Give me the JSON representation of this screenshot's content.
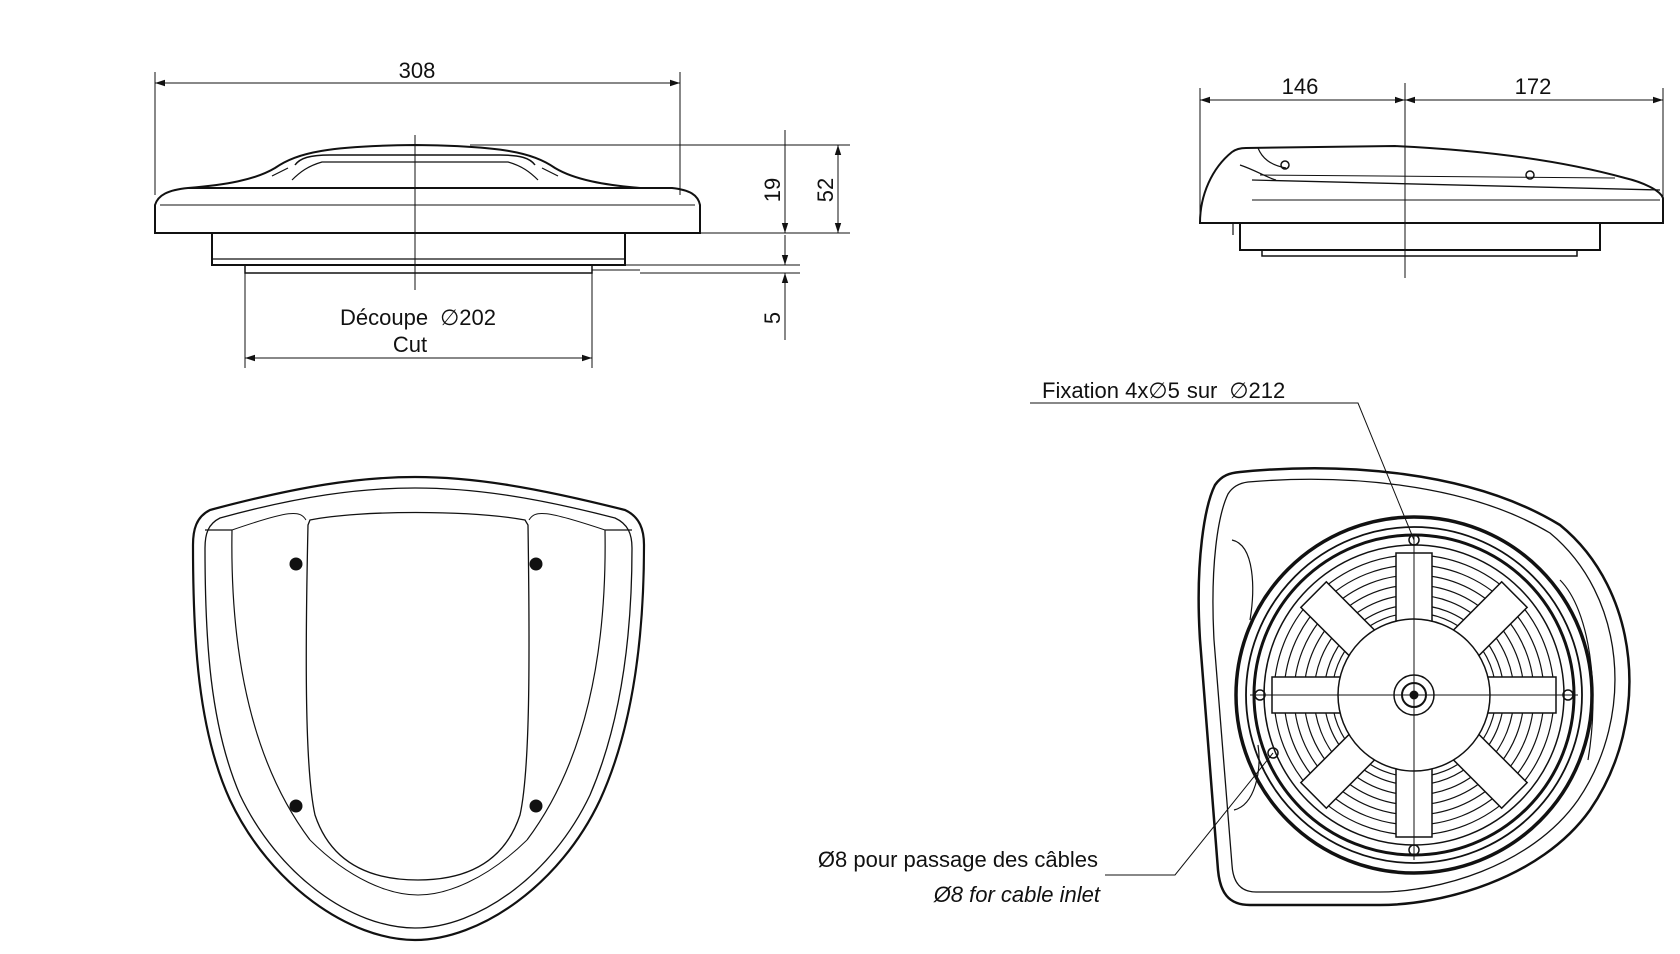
{
  "views": {
    "side_front": {
      "overall_width": "308",
      "height_total": "52",
      "height_top": "19",
      "flange_depth": "5",
      "cut_label": "Découpe",
      "cut_diameter": "202",
      "cut_label_en": "Cut"
    },
    "side_profile": {
      "length_front": "146",
      "length_rear": "172"
    },
    "top_view": {},
    "bottom_view": {
      "fixation_note": "Fixation 4x",
      "fixation_hole_diameter": "5",
      "fixation_mid": "sur",
      "fixation_circle_diameter": "212",
      "cable_note_fr": "Ø8 pour passage des câbles",
      "cable_note_en": "Ø8 for cable inlet"
    }
  },
  "symbols": {
    "diameter": "∅"
  }
}
